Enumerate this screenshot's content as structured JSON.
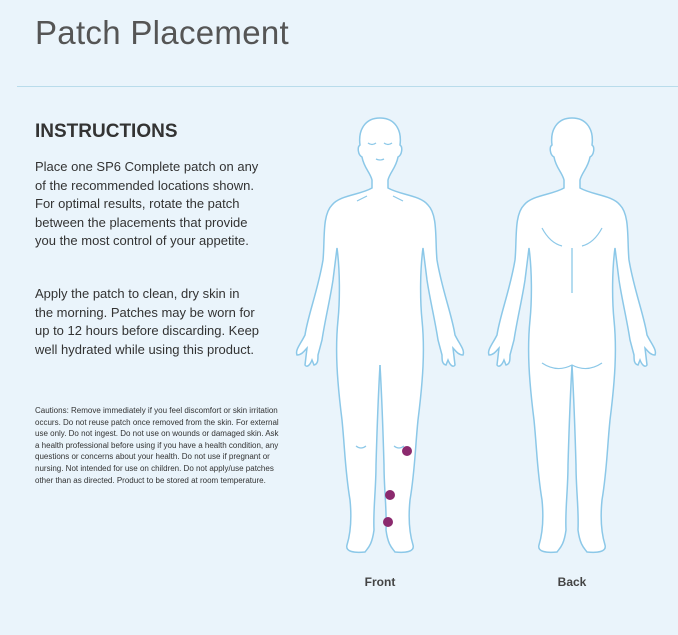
{
  "header": {
    "title": "Patch Placement"
  },
  "instructions": {
    "heading": "INSTRUCTIONS",
    "paragraph1": "Place one SP6 Complete patch on any of the recommended locations shown. For optimal results, rotate the patch between the placements that provide you the most control of your appetite.",
    "paragraph2": "Apply the patch to clean, dry skin in the morning. Patches may be worn for up to 12 hours before discarding. Keep well hydrated while using this product.",
    "cautions": "Cautions: Remove immediately if you feel discomfort or skin irritation occurs. Do not reuse patch once removed from the skin. For external use only. Do not ingest. Do not use on wounds or damaged skin. Ask a health professional before using if you have a health condition, any questions or concerns about your health. Do not use if pregnant or nursing. Not intended for use on children. Do not apply/use patches other than as directed. Product to be stored at room temperature."
  },
  "figures": {
    "front_label": "Front",
    "back_label": "Back",
    "outline_color": "#8cc8e8",
    "patch_color": "#8b2a6e"
  }
}
